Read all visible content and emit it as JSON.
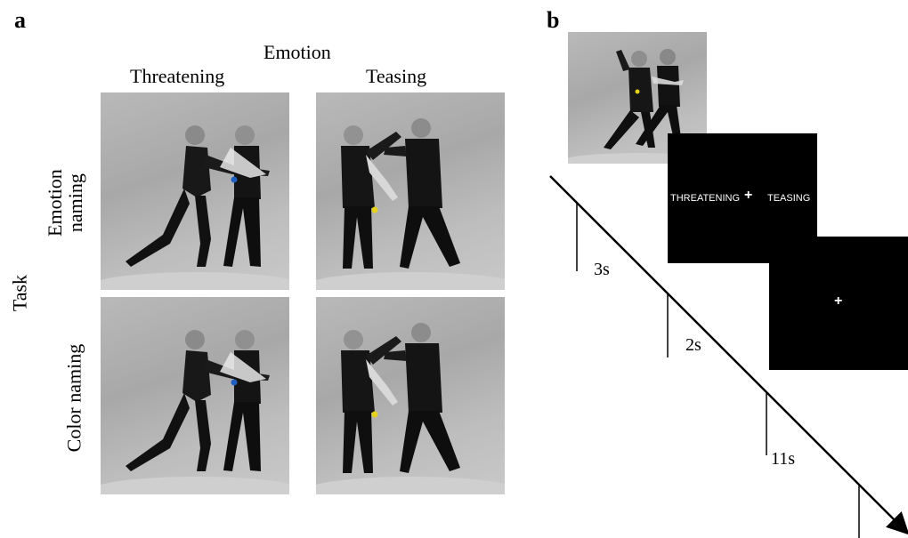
{
  "panel_a": {
    "letter": "a",
    "column_header": "Emotion",
    "columns": [
      "Threatening",
      "Teasing"
    ],
    "row_header": "Task",
    "rows": [
      {
        "line1": "Emotion",
        "line2": "naming"
      },
      {
        "line1": "Color naming",
        "line2": ""
      }
    ],
    "dot_colors": {
      "threatening_emotion": "#1f5fbf",
      "teasing_emotion": "#e6d21a",
      "threatening_color": "#1f5fbf",
      "teasing_color": "#e6d21a"
    }
  },
  "panel_b": {
    "letter": "b",
    "choice_left": "THREATENING",
    "fixation": "+",
    "choice_right": "TEASING",
    "fixation_only": "+",
    "durations": [
      "3s",
      "2s",
      "11s"
    ],
    "stimulus_dot_color": "#e6d21a"
  }
}
